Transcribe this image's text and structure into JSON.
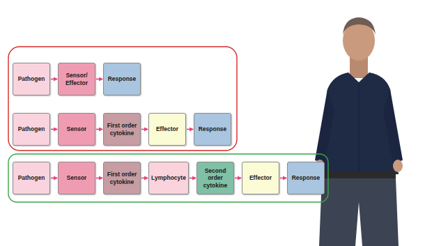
{
  "diagram": {
    "nodes": [
      {
        "text": [
          "Pathogen"
        ]
      },
      {
        "text": [
          "Sensor/ Effector"
        ]
      },
      {
        "text": [
          "Response"
        ]
      },
      {
        "text": [
          "Pathogen"
        ]
      },
      {
        "text": [
          "Sensor"
        ]
      },
      {
        "text": [
          "First order cytokine"
        ]
      },
      {
        "text": [
          "Effector"
        ]
      },
      {
        "text": [
          "Response"
        ]
      },
      {
        "text": [
          "Pathogen"
        ]
      },
      {
        "text": [
          "Sensor"
        ]
      },
      {
        "text": [
          "First order cytokine"
        ]
      },
      {
        "text": [
          "Lymphocyte"
        ]
      },
      {
        "text": [
          "Second order cytokine"
        ]
      },
      {
        "text": [
          "Effector"
        ]
      },
      {
        "text": [
          "Response"
        ]
      }
    ],
    "edges": [
      {
        "from": 0,
        "to": 1,
        "arrow": "to"
      },
      {
        "from": 1,
        "to": 2,
        "arrow": "to"
      },
      {
        "from": 3,
        "to": 4,
        "arrow": "to"
      },
      {
        "from": 4,
        "to": 5,
        "arrow": "to"
      },
      {
        "from": 5,
        "to": 6,
        "arrow": "to"
      },
      {
        "from": 6,
        "to": 7,
        "arrow": "to"
      },
      {
        "from": 8,
        "to": 9,
        "arrow": "to"
      },
      {
        "from": 9,
        "to": 10,
        "arrow": "to"
      },
      {
        "from": 10,
        "to": 11,
        "arrow": "to"
      },
      {
        "from": 11,
        "to": 12,
        "arrow": "to"
      },
      {
        "from": 12,
        "to": 13,
        "arrow": "to"
      },
      {
        "from": 13,
        "to": 14,
        "arrow": "to"
      }
    ]
  }
}
